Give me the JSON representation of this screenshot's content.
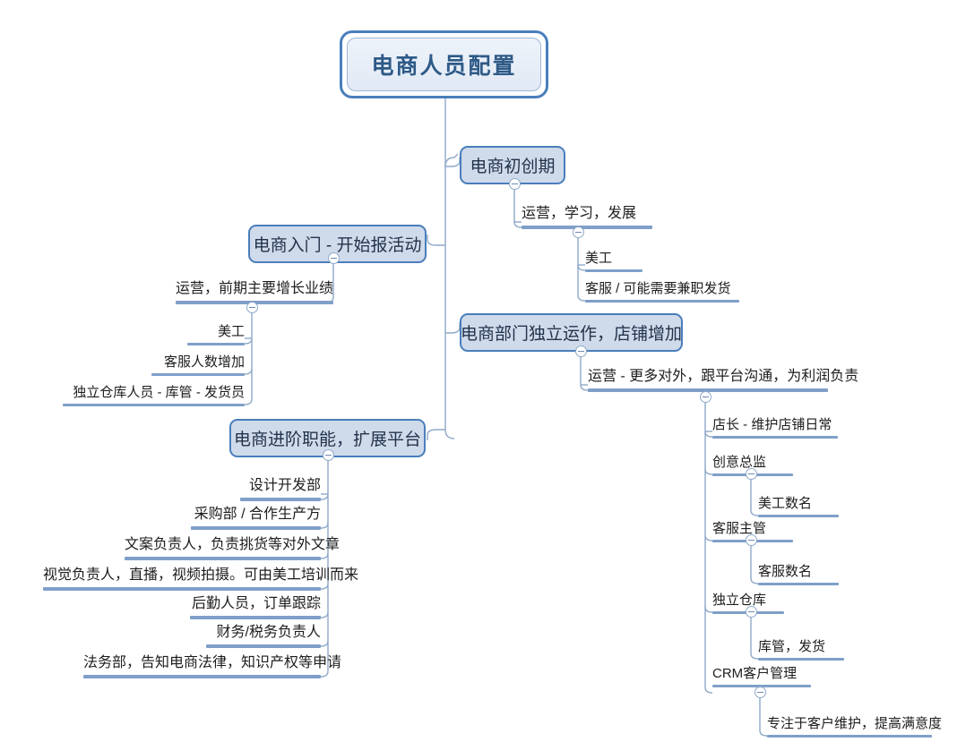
{
  "diagram": {
    "type": "mind-map",
    "title": "电商人员配置",
    "colors": {
      "node_border": "#4a7ebb",
      "node_fill": "#cfdaeb",
      "root_text": "#2e5a87",
      "connector": "#7f9fc9",
      "underline": "#7f9fc9",
      "background": "#ffffff"
    },
    "root": {
      "label": "电商人员配置"
    },
    "branches": {
      "b1": {
        "label": "电商初创期",
        "side": "right"
      },
      "b2": {
        "label": "电商入门 - 开始报活动",
        "side": "left"
      },
      "b3": {
        "label": "电商部门独立运作，店铺增加",
        "side": "right"
      },
      "b4": {
        "label": "电商进阶职能，扩展平台",
        "side": "left"
      }
    },
    "nodes": {
      "n_b1_c1": {
        "label": "运营，学习，发展"
      },
      "n_b1_c1_1": {
        "label": "美工"
      },
      "n_b1_c1_2": {
        "label": "客服 / 可能需要兼职发货"
      },
      "n_b2_c1": {
        "label": "运营，前期主要增长业绩"
      },
      "n_b2_c1_1": {
        "label": "美工"
      },
      "n_b2_c1_2": {
        "label": "客服人数增加"
      },
      "n_b2_c1_3": {
        "label": "独立仓库人员 - 库管 - 发货员"
      },
      "n_b3_c1": {
        "label": "运营 - 更多对外，跟平台沟通，为利润负责"
      },
      "n_b3_c1_1": {
        "label": "店长 - 维护店铺日常"
      },
      "n_b3_c1_2": {
        "label": "创意总监"
      },
      "n_b3_c1_2_1": {
        "label": "美工数名"
      },
      "n_b3_c1_3": {
        "label": "客服主管"
      },
      "n_b3_c1_3_1": {
        "label": "客服数名"
      },
      "n_b3_c1_4": {
        "label": "独立仓库"
      },
      "n_b3_c1_4_1": {
        "label": "库管，发货"
      },
      "n_b3_c1_5": {
        "label": "CRM客户管理"
      },
      "n_b3_c1_5_1": {
        "label": "专注于客户维护，提高满意度"
      },
      "n_b4_c1": {
        "label": "设计开发部"
      },
      "n_b4_c2": {
        "label": "采购部 / 合作生产方"
      },
      "n_b4_c3": {
        "label": "文案负责人，负责挑货等对外文章"
      },
      "n_b4_c4": {
        "label": "视觉负责人，直播，视频拍摄。可由美工培训而来"
      },
      "n_b4_c5": {
        "label": "后勤人员，订单跟踪"
      },
      "n_b4_c6": {
        "label": "财务/税务负责人"
      },
      "n_b4_c7": {
        "label": "法务部，告知电商法律，知识产权等申请"
      }
    },
    "toggles": {
      "t_root": {
        "name": "collapse-toggle",
        "state": "expanded"
      }
    }
  }
}
